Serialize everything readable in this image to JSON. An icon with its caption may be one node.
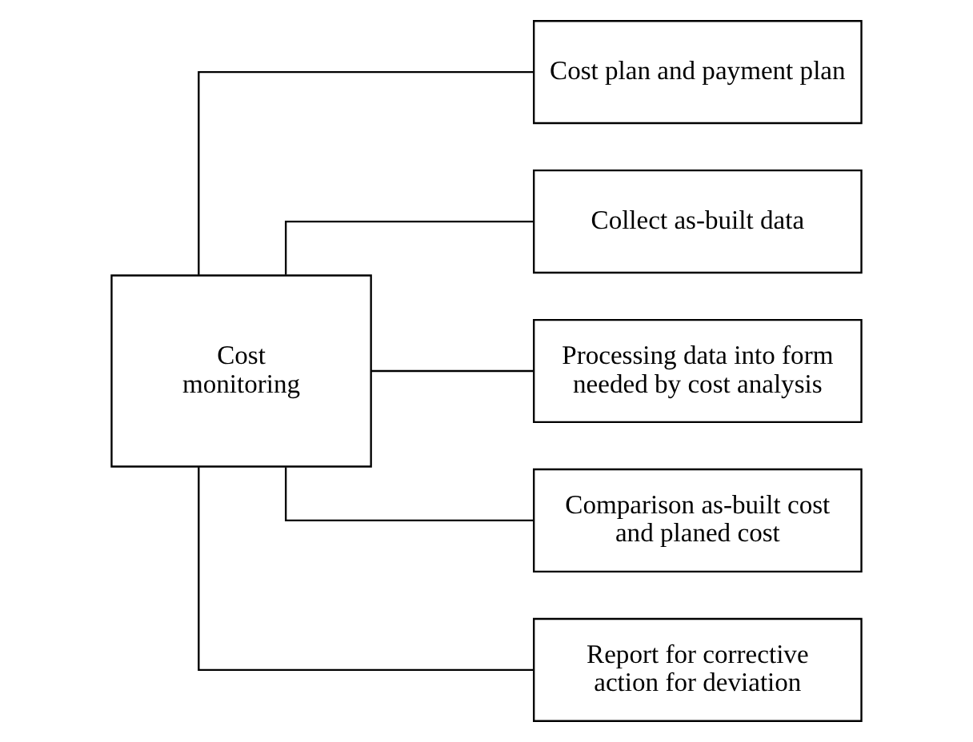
{
  "diagram": {
    "nodes": [
      {
        "text": [
          "Cost monitoring"
        ]
      },
      {
        "text": [
          "Cost plan and payment plan"
        ]
      },
      {
        "text": [
          "Collect as-built data"
        ]
      },
      {
        "text": [
          "Processing data into form needed by cost analysis"
        ]
      },
      {
        "text": [
          "Comparison as-built cost and planed cost"
        ]
      },
      {
        "text": [
          "Report for corrective action for deviation"
        ]
      }
    ],
    "edges": [
      {
        "from": 0,
        "to": 1,
        "arrow": "none"
      },
      {
        "from": 0,
        "to": 2,
        "arrow": "none"
      },
      {
        "from": 0,
        "to": 3,
        "arrow": "none"
      },
      {
        "from": 0,
        "to": 4,
        "arrow": "none"
      },
      {
        "from": 0,
        "to": 5,
        "arrow": "none"
      }
    ]
  }
}
